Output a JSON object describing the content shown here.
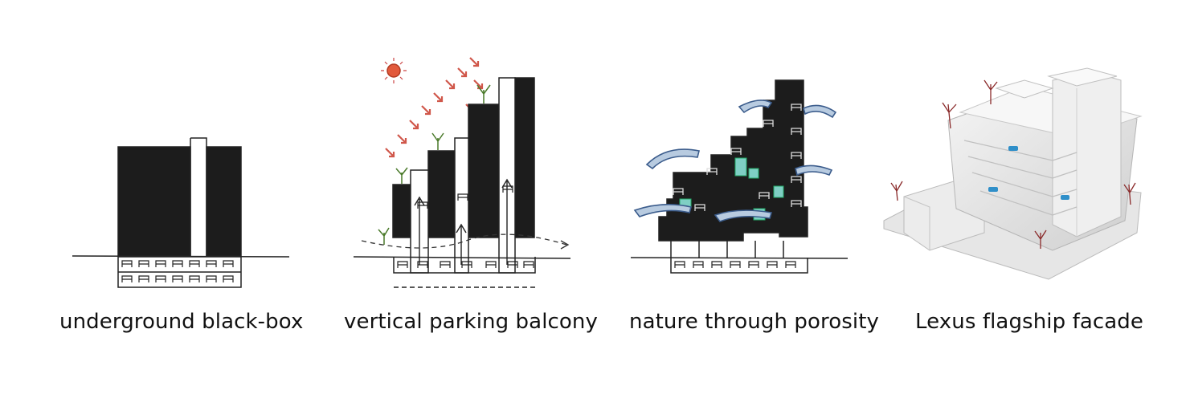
{
  "panels": [
    {
      "caption": "underground black-box"
    },
    {
      "caption": "vertical parking balcony"
    },
    {
      "caption": "nature through porosity"
    },
    {
      "caption": "Lexus flagship facade"
    }
  ]
}
